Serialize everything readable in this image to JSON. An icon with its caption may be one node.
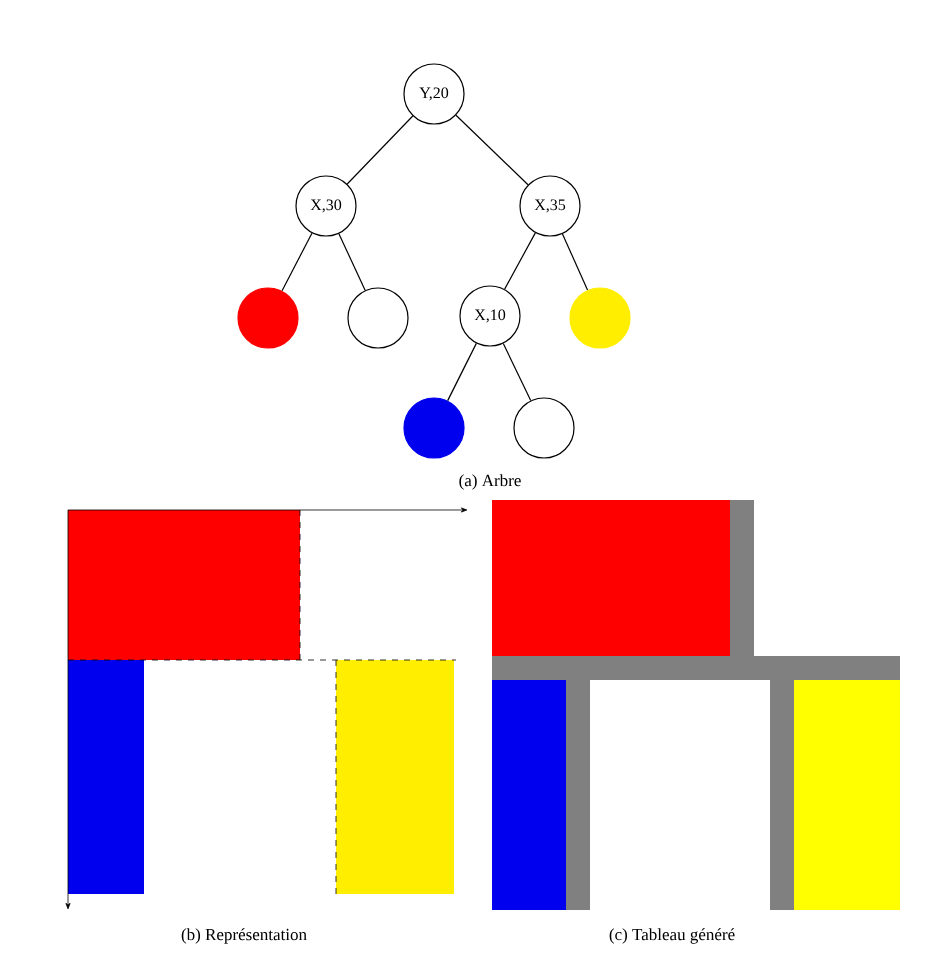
{
  "diagram": {
    "nodes": [
      {
        "text": [
          "Y,20"
        ]
      },
      {
        "text": [
          "X,30"
        ]
      },
      {
        "text": [
          "X,35"
        ]
      },
      {
        "text": [],
        "shape": "circle"
      },
      {
        "text": [],
        "shape": "circle"
      },
      {
        "text": [
          "X,10"
        ]
      },
      {
        "text": [],
        "shape": "circle"
      },
      {
        "text": [],
        "shape": "circle"
      },
      {
        "text": [],
        "shape": "circle"
      }
    ],
    "edges": [
      {
        "from": 0,
        "to": 1,
        "arrow": "none"
      },
      {
        "from": 0,
        "to": 2,
        "arrow": "none"
      },
      {
        "from": 1,
        "to": 3,
        "arrow": "none"
      },
      {
        "from": 1,
        "to": 4,
        "arrow": "none"
      },
      {
        "from": 2,
        "to": 5,
        "arrow": "none"
      },
      {
        "from": 2,
        "to": 6,
        "arrow": "none"
      },
      {
        "from": 5,
        "to": 7,
        "arrow": "none"
      },
      {
        "from": 5,
        "to": 8,
        "arrow": "none"
      }
    ],
    "labels": [
      "(a) Arbre",
      "(b) Représentation",
      "(c) Tableau généré"
    ]
  }
}
